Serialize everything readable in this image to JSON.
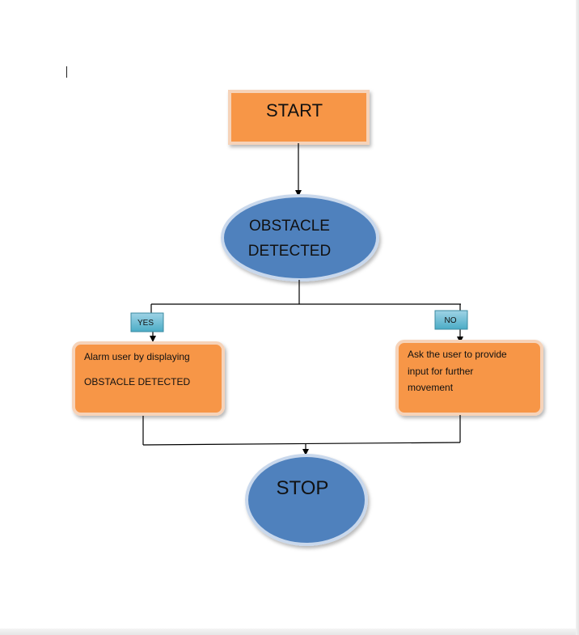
{
  "diagram": {
    "start": {
      "label": "START"
    },
    "decision": {
      "line1": "OBSTACLE",
      "line2": "DETECTED"
    },
    "yes_branch": {
      "label": "YES",
      "text_line1": "Alarm user by displaying",
      "text_line2": "OBSTACLE DETECTED"
    },
    "no_branch": {
      "label": "NO",
      "text_line1": "Ask the user to provide",
      "text_line2": "input for further",
      "text_line3": "movement"
    },
    "stop": {
      "label": "STOP"
    }
  },
  "colors": {
    "process_fill": "#f79646",
    "process_border": "#f3c9a8",
    "terminal_fill": "#4f81bd",
    "terminal_border": "#c6d5ea",
    "label_fill": "#4bacc6",
    "line": "#000000"
  }
}
